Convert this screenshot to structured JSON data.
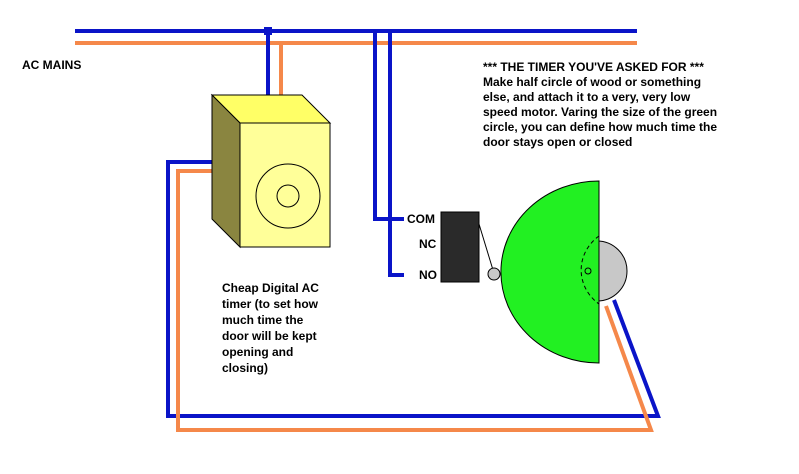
{
  "labels": {
    "ac_mains": "AC MAINS",
    "com": "COM",
    "nc": "NC",
    "no": "NO"
  },
  "note": {
    "title": "*** THE TIMER YOU'VE ASKED FOR ***",
    "lines": [
      "Make half circle of wood or something",
      "else, and attach it to a very, very low",
      "speed motor. Varing the size of the green",
      "circle, you can define how much time the",
      "door stays open or closed"
    ]
  },
  "timer_caption": {
    "lines": [
      "Cheap Digital AC",
      "timer (to set how",
      "much time the",
      "door will be kept",
      "opening and",
      "closing)"
    ]
  },
  "colors": {
    "wire_blue": "#0a14c8",
    "wire_orange": "#f5884a",
    "timer_front": "#ffff99",
    "timer_side": "#8a8540",
    "timer_top": "#ffff66",
    "cam_green": "#22f022",
    "motor_gray": "#c8c8c8",
    "switch_body": "#2a2a2a"
  }
}
